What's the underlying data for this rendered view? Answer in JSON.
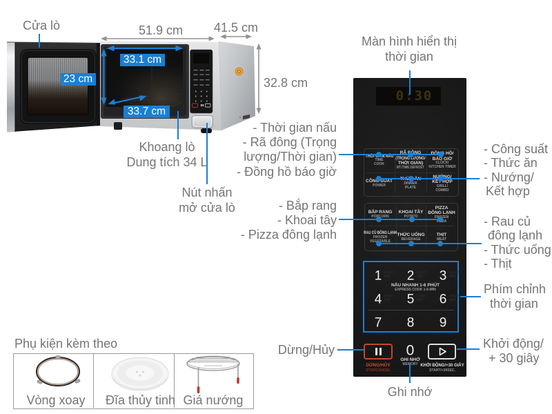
{
  "colors": {
    "accent_blue": "#1b7fd4",
    "label_gray": "#757575",
    "stop_red": "#c7452e",
    "display_amber": "#4d3f10",
    "body_silver": "#d4d6d8"
  },
  "dimensions": {
    "width": "51.9 cm",
    "depth": "41.5 cm",
    "height": "32.8 cm",
    "inner_width": "33.1 cm",
    "inner_height": "23 cm",
    "inner_depth": "33.7 cm"
  },
  "annotations": {
    "door": "Cửa lò",
    "display": {
      "line1": "Màn hình hiển thị",
      "line2": "thời gian"
    },
    "cavity": {
      "line1": "Khoang lò",
      "line2": "Dung tích 34 L"
    },
    "door_button": {
      "line1": "Nút nhấn",
      "line2": "mở cửa lò"
    },
    "row1": {
      "line1": "- Thời gian nấu",
      "line2": "- Rã đông (Trọng",
      "line3": "lượng/Thời gian)",
      "line4": "- Đồng hồ báo giờ"
    },
    "row2": {
      "line1": "- Công suất",
      "line2": "- Thức ăn",
      "line3": "- Nướng/",
      "line4": "Kết hợp"
    },
    "row3": {
      "line1": "- Bắp rang",
      "line2": "- Khoai tây",
      "line3": "- Pizza đông lạnh"
    },
    "row4": {
      "line1": "- Rau củ",
      "line2": "đông lạnh",
      "line3": "- Thức uống",
      "line4": "- Thịt"
    },
    "numpad": {
      "line1": "Phím chỉnh",
      "line2": "thời gian"
    },
    "stop": "Dừng/Hủy",
    "memory": "Ghi nhớ",
    "start": {
      "line1": "Khởi động/",
      "line2": "+ 30 giây"
    }
  },
  "accessories": {
    "title": "Phụ kiện kèm theo",
    "items": [
      {
        "label": "Vòng xoay",
        "icon": "roller-ring-icon"
      },
      {
        "label": "Đĩa thủy tinh",
        "icon": "glass-plate-icon"
      },
      {
        "label": "Giá nướng",
        "icon": "grill-rack-icon"
      }
    ]
  },
  "panel": {
    "display_value": "0:30",
    "keys": {
      "time_cook": {
        "vi1": "THỜI GIAN NẤU",
        "en1": "TIME",
        "en2": "COOK"
      },
      "defrost": {
        "vi1": "RÃ ĐÔNG",
        "vi2": "(TRỌNG LƯỢNG/",
        "vi3": "THỜI GIAN)",
        "en1": "WT./TIME DEFROST"
      },
      "clock": {
        "vi1": "ĐỒNG HỒ/",
        "vi2": "BÁO GIỜ",
        "en1": "CLOCK/",
        "en2": "KITCHEN TIMER"
      },
      "power": {
        "vi1": "CÔNG SUẤT",
        "en1": "POWER"
      },
      "dinner_plate": {
        "vi1": "THỨC ĂN",
        "en1": "DINNER",
        "en2": "PLATE"
      },
      "grill": {
        "vi1": "NƯỚNG/",
        "vi2": "KẾT HỢP",
        "en1": "GRILL/",
        "en2": "COMBO"
      },
      "popcorn": {
        "vi1": "BẮP RANG",
        "en1": "POPCORN"
      },
      "potato": {
        "vi1": "KHOAI TÂY",
        "en1": "POTATO"
      },
      "pizza": {
        "vi1": "PIZZA",
        "vi2": "ĐÔNG LẠNH",
        "en1": "FROZEN",
        "en2": "PIZZA"
      },
      "frozen_vegetable": {
        "vi1": "RAU CỦ ĐÔNG LẠNH",
        "en1": "FROZEN",
        "en2": "VEGETABLE"
      },
      "beverage": {
        "vi1": "THỨC UỐNG",
        "en1": "BEVERAGE"
      },
      "meat": {
        "vi1": "THỊT",
        "en1": "MEAT"
      }
    },
    "numpad": {
      "digits": [
        "1",
        "2",
        "3",
        "4",
        "5",
        "6",
        "7",
        "8",
        "9"
      ],
      "unit_vi": "PHÚT",
      "unit_en": "MIN",
      "note_vi": "NẤU NHANH 1-6 PHÚT",
      "note_en": "EXPRESS COOK 1-6-MIN"
    },
    "stop": {
      "vi": "DỪNG/HỦY",
      "en": "STOP/CANCEL"
    },
    "memory": {
      "digit": "0",
      "vi": "GHI NHỚ",
      "en": "MEMORY"
    },
    "start": {
      "vi": "KHỞI ĐỘNG/+30 GIÂY",
      "en": "START/+30SEC."
    }
  }
}
